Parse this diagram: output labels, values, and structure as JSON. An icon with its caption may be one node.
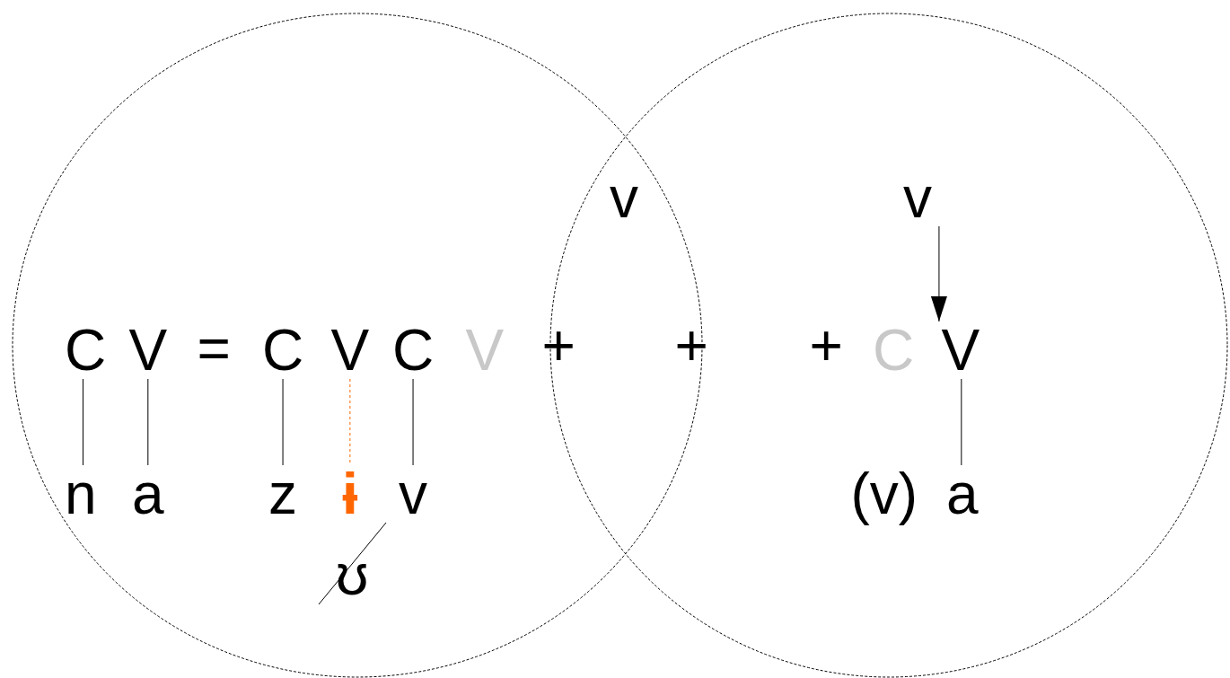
{
  "diagram": {
    "nodes": [
      {
        "text": [],
        "shape": "circle"
      },
      {
        "text": [],
        "shape": "circle"
      },
      {
        "text": [
          "C"
        ],
        "in": 0
      },
      {
        "text": [
          "V"
        ],
        "in": 0
      },
      {
        "text": [
          "C"
        ],
        "in": 0
      },
      {
        "text": [
          "V"
        ],
        "in": 0
      },
      {
        "text": [
          "C"
        ],
        "in": 0
      },
      {
        "text": [
          "n"
        ],
        "in": 0
      },
      {
        "text": [
          "a"
        ],
        "in": 0
      },
      {
        "text": [
          "z"
        ],
        "in": 0
      },
      {
        "text": [
          "ɨ"
        ],
        "in": 0
      },
      {
        "text": [
          "v"
        ],
        "in": 0
      },
      {
        "text": [
          "v"
        ],
        "in": 1
      },
      {
        "text": [
          "V"
        ],
        "in": 1
      },
      {
        "text": [
          "a"
        ],
        "in": 1
      }
    ],
    "edges": [
      {
        "from": 2,
        "to": 7,
        "arrow": "none"
      },
      {
        "from": 3,
        "to": 8,
        "arrow": "none"
      },
      {
        "from": 4,
        "to": 9,
        "arrow": "none"
      },
      {
        "from": 5,
        "to": 10,
        "arrow": "none",
        "style": "dashed",
        "color": "#ff6600"
      },
      {
        "from": 6,
        "to": 11,
        "arrow": "none"
      },
      {
        "from": 12,
        "to": 13,
        "arrow": "to"
      },
      {
        "from": 13,
        "to": 14,
        "arrow": "none"
      }
    ],
    "labels": [
      "v",
      "=",
      "V",
      "+",
      "+",
      "+",
      "C",
      "(v)",
      "ʊ"
    ]
  }
}
